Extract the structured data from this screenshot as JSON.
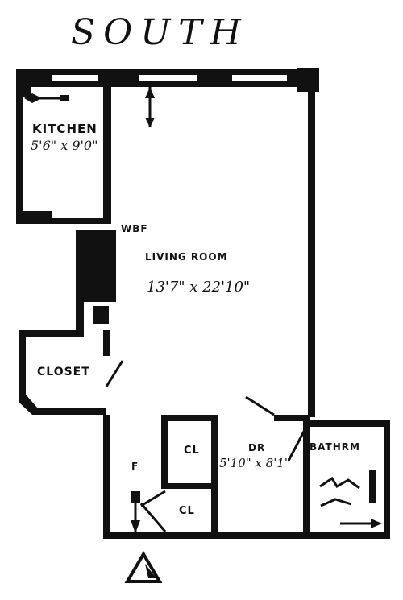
{
  "compass": {
    "label": "SOUTH"
  },
  "rooms": {
    "kitchen": {
      "name": "KITCHEN",
      "size": "5'6\" x 9'0\""
    },
    "wbf": {
      "label": "WBF"
    },
    "living": {
      "name": "LIVING ROOM",
      "size": "13'7\" x 22'10\""
    },
    "closet": {
      "name": "CLOSET"
    },
    "cl_upper": {
      "name": "CL"
    },
    "cl_lower": {
      "name": "CL"
    },
    "dining": {
      "name": "DR",
      "size": "5'10\" x 8'1\""
    },
    "bath": {
      "name": "BATHRM"
    },
    "foyer": {
      "name": "F"
    }
  },
  "icons": [
    "north-arrow-icon",
    "window-arrow-icon",
    "entry-arrow-icon",
    "bath-fixture-icon"
  ]
}
